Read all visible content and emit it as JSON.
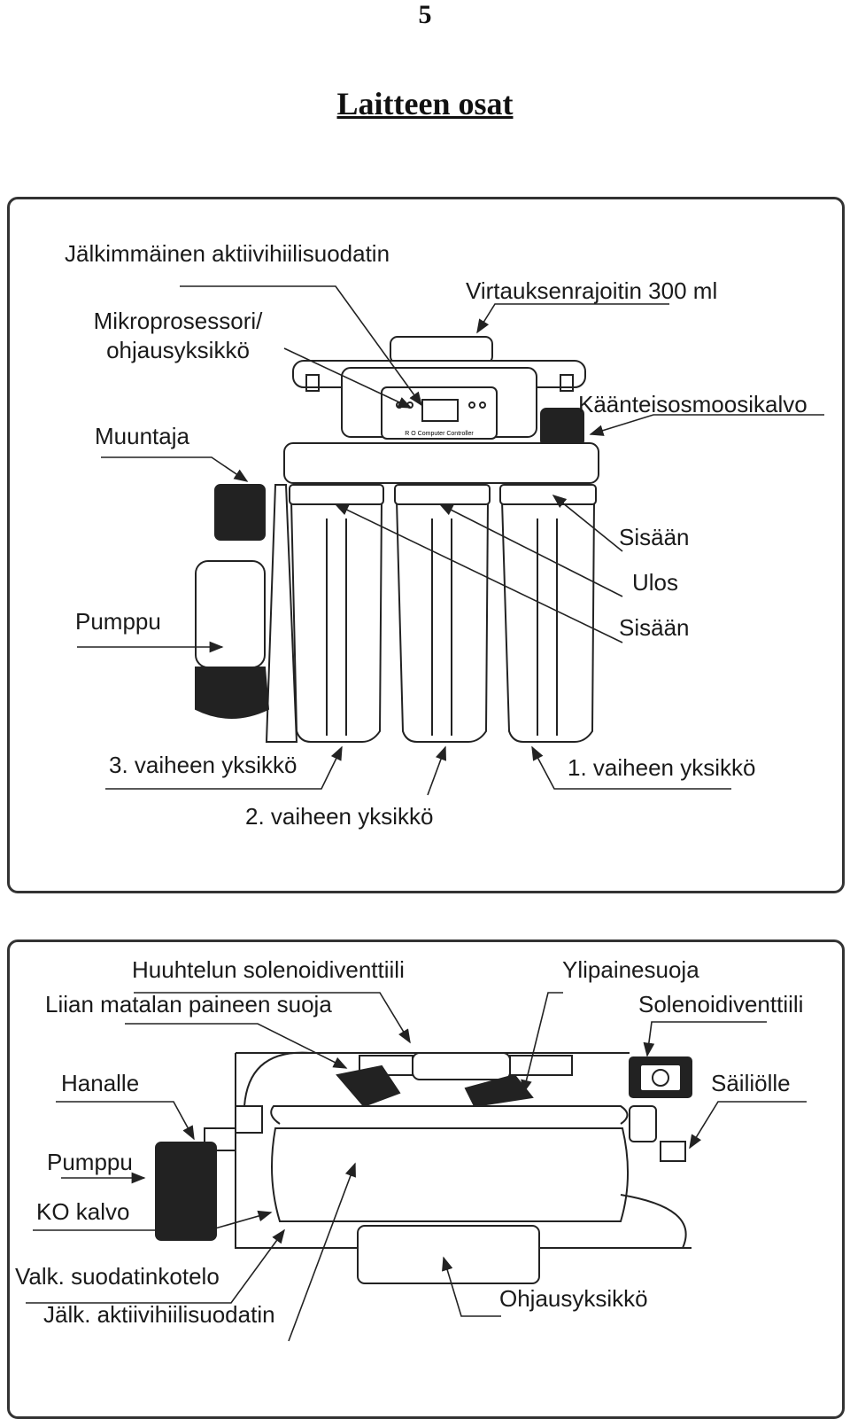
{
  "page": {
    "number": "5",
    "title": "Laitteen osat"
  },
  "diagram1": {
    "labels": {
      "post_carbon": "Jälkimmäinen aktiivihiilisuodatin",
      "flow_restrictor": "Virtauksenrajoitin 300 ml",
      "microprocessor_line1": "Mikroprosessori/",
      "microprocessor_line2": "ohjausyksikkö",
      "membrane": "Käänteisosmoosikalvo",
      "transformer": "Muuntaja",
      "in_top": "Sisään",
      "out": "Ulos",
      "in_bottom": "Sisään",
      "pump": "Pumppu",
      "stage3": "3. vaiheen yksikkö",
      "stage1": "1.  vaiheen yksikkö",
      "stage2": "2. vaiheen yksikkö"
    },
    "controller_text": "R O Computer Controller"
  },
  "diagram2": {
    "labels": {
      "flush_valve": "Huuhtelun solenoidiventtiili",
      "overpressure": "Ylipainesuoja",
      "low_pressure": "Liian matalan paineen suoja",
      "solenoid": "Solenoidiventtiili",
      "to_faucet": "Hanalle",
      "to_tank": "Säiliölle",
      "pump": "Pumppu",
      "ro_membrane": "KO kalvo",
      "white_housing": "Valk. suodatinkotelo",
      "post_carbon": "Jälk. aktiivihiilisuodatin",
      "control_unit": "Ohjausyksikkö"
    }
  }
}
